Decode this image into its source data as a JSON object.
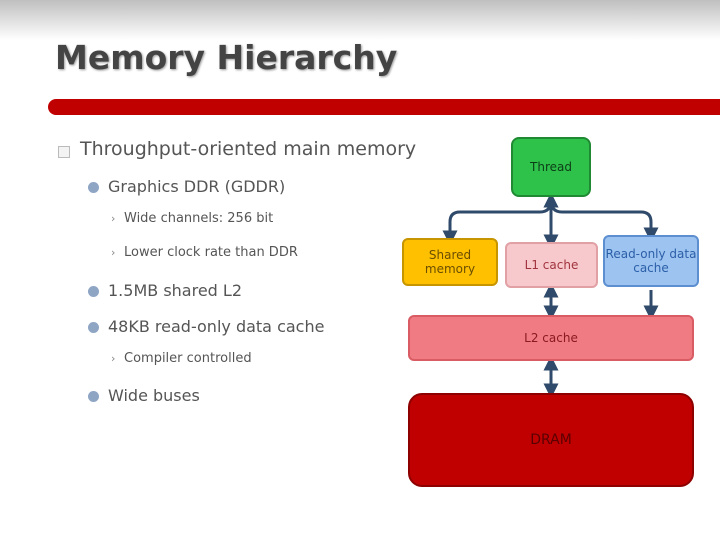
{
  "slide": {
    "title": "Memory Hierarchy"
  },
  "bullets": [
    {
      "level": 1,
      "text": "Throughput-oriented main memory"
    },
    {
      "level": 2,
      "text": "Graphics DDR (GDDR)"
    },
    {
      "level": 3,
      "text": "Wide channels: 256 bit"
    },
    {
      "level": 3,
      "text": "Lower clock rate than DDR"
    },
    {
      "level": 2,
      "text": "1.5MB shared L2"
    },
    {
      "level": 2,
      "text": "48KB read-only data cache"
    },
    {
      "level": 3,
      "text": "Compiler controlled"
    },
    {
      "level": 2,
      "text": "Wide buses"
    }
  ],
  "diagram": {
    "thread": "Thread",
    "shared_memory": "Shared memory",
    "l1_cache": "L1 cache",
    "read_only_cache": "Read-only data cache",
    "l2_cache": "L2 cache",
    "dram": "DRAM"
  },
  "colors": {
    "accent_bar": "#c00000",
    "thread": "#2ec24a",
    "shared_memory": "#ffc000",
    "l1_cache": "#f8c9cc",
    "read_only_cache": "#9dc3f0",
    "l2_cache": "#f07b82",
    "dram": "#c00000",
    "bullet_dot": "#8ea5c4"
  }
}
